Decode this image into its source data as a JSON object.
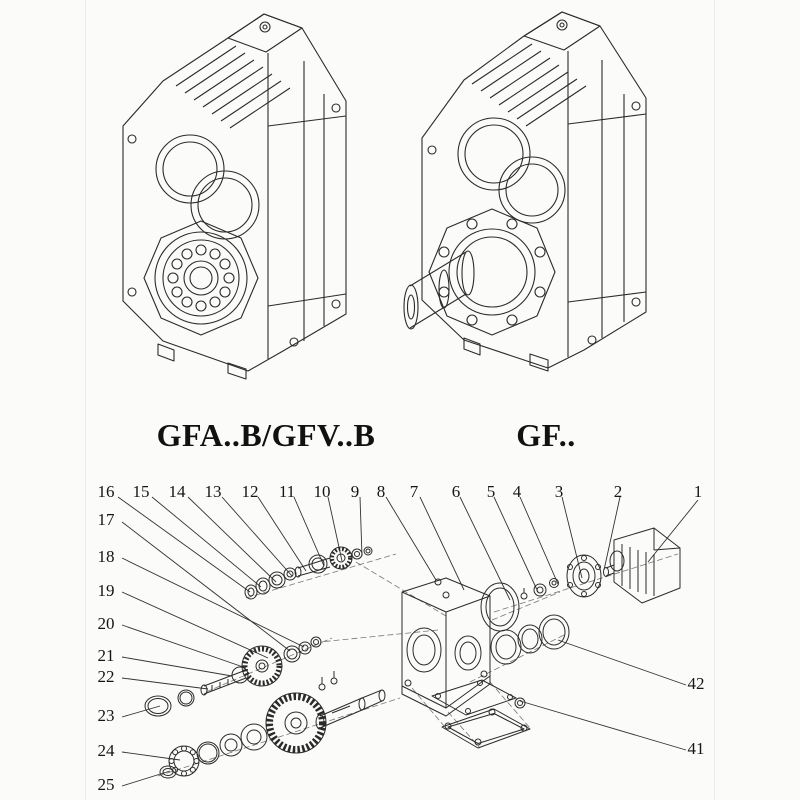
{
  "colors": {
    "background": "#fbfbfa",
    "line": "#2b2b2b",
    "text": "#111111"
  },
  "models": {
    "left_label": "GFA..B/GFV..B",
    "right_label": "GF.."
  },
  "exploded_view": {
    "top_row_numbers": [
      "16",
      "15",
      "14",
      "13",
      "12",
      "11",
      "10",
      "9",
      "8",
      "7",
      "6",
      "5",
      "4",
      "3",
      "2",
      "1"
    ],
    "left_column_numbers": [
      "17",
      "18",
      "19",
      "20",
      "21",
      "22",
      "23",
      "24",
      "25"
    ],
    "right_column_numbers": [
      "42",
      "41"
    ]
  }
}
